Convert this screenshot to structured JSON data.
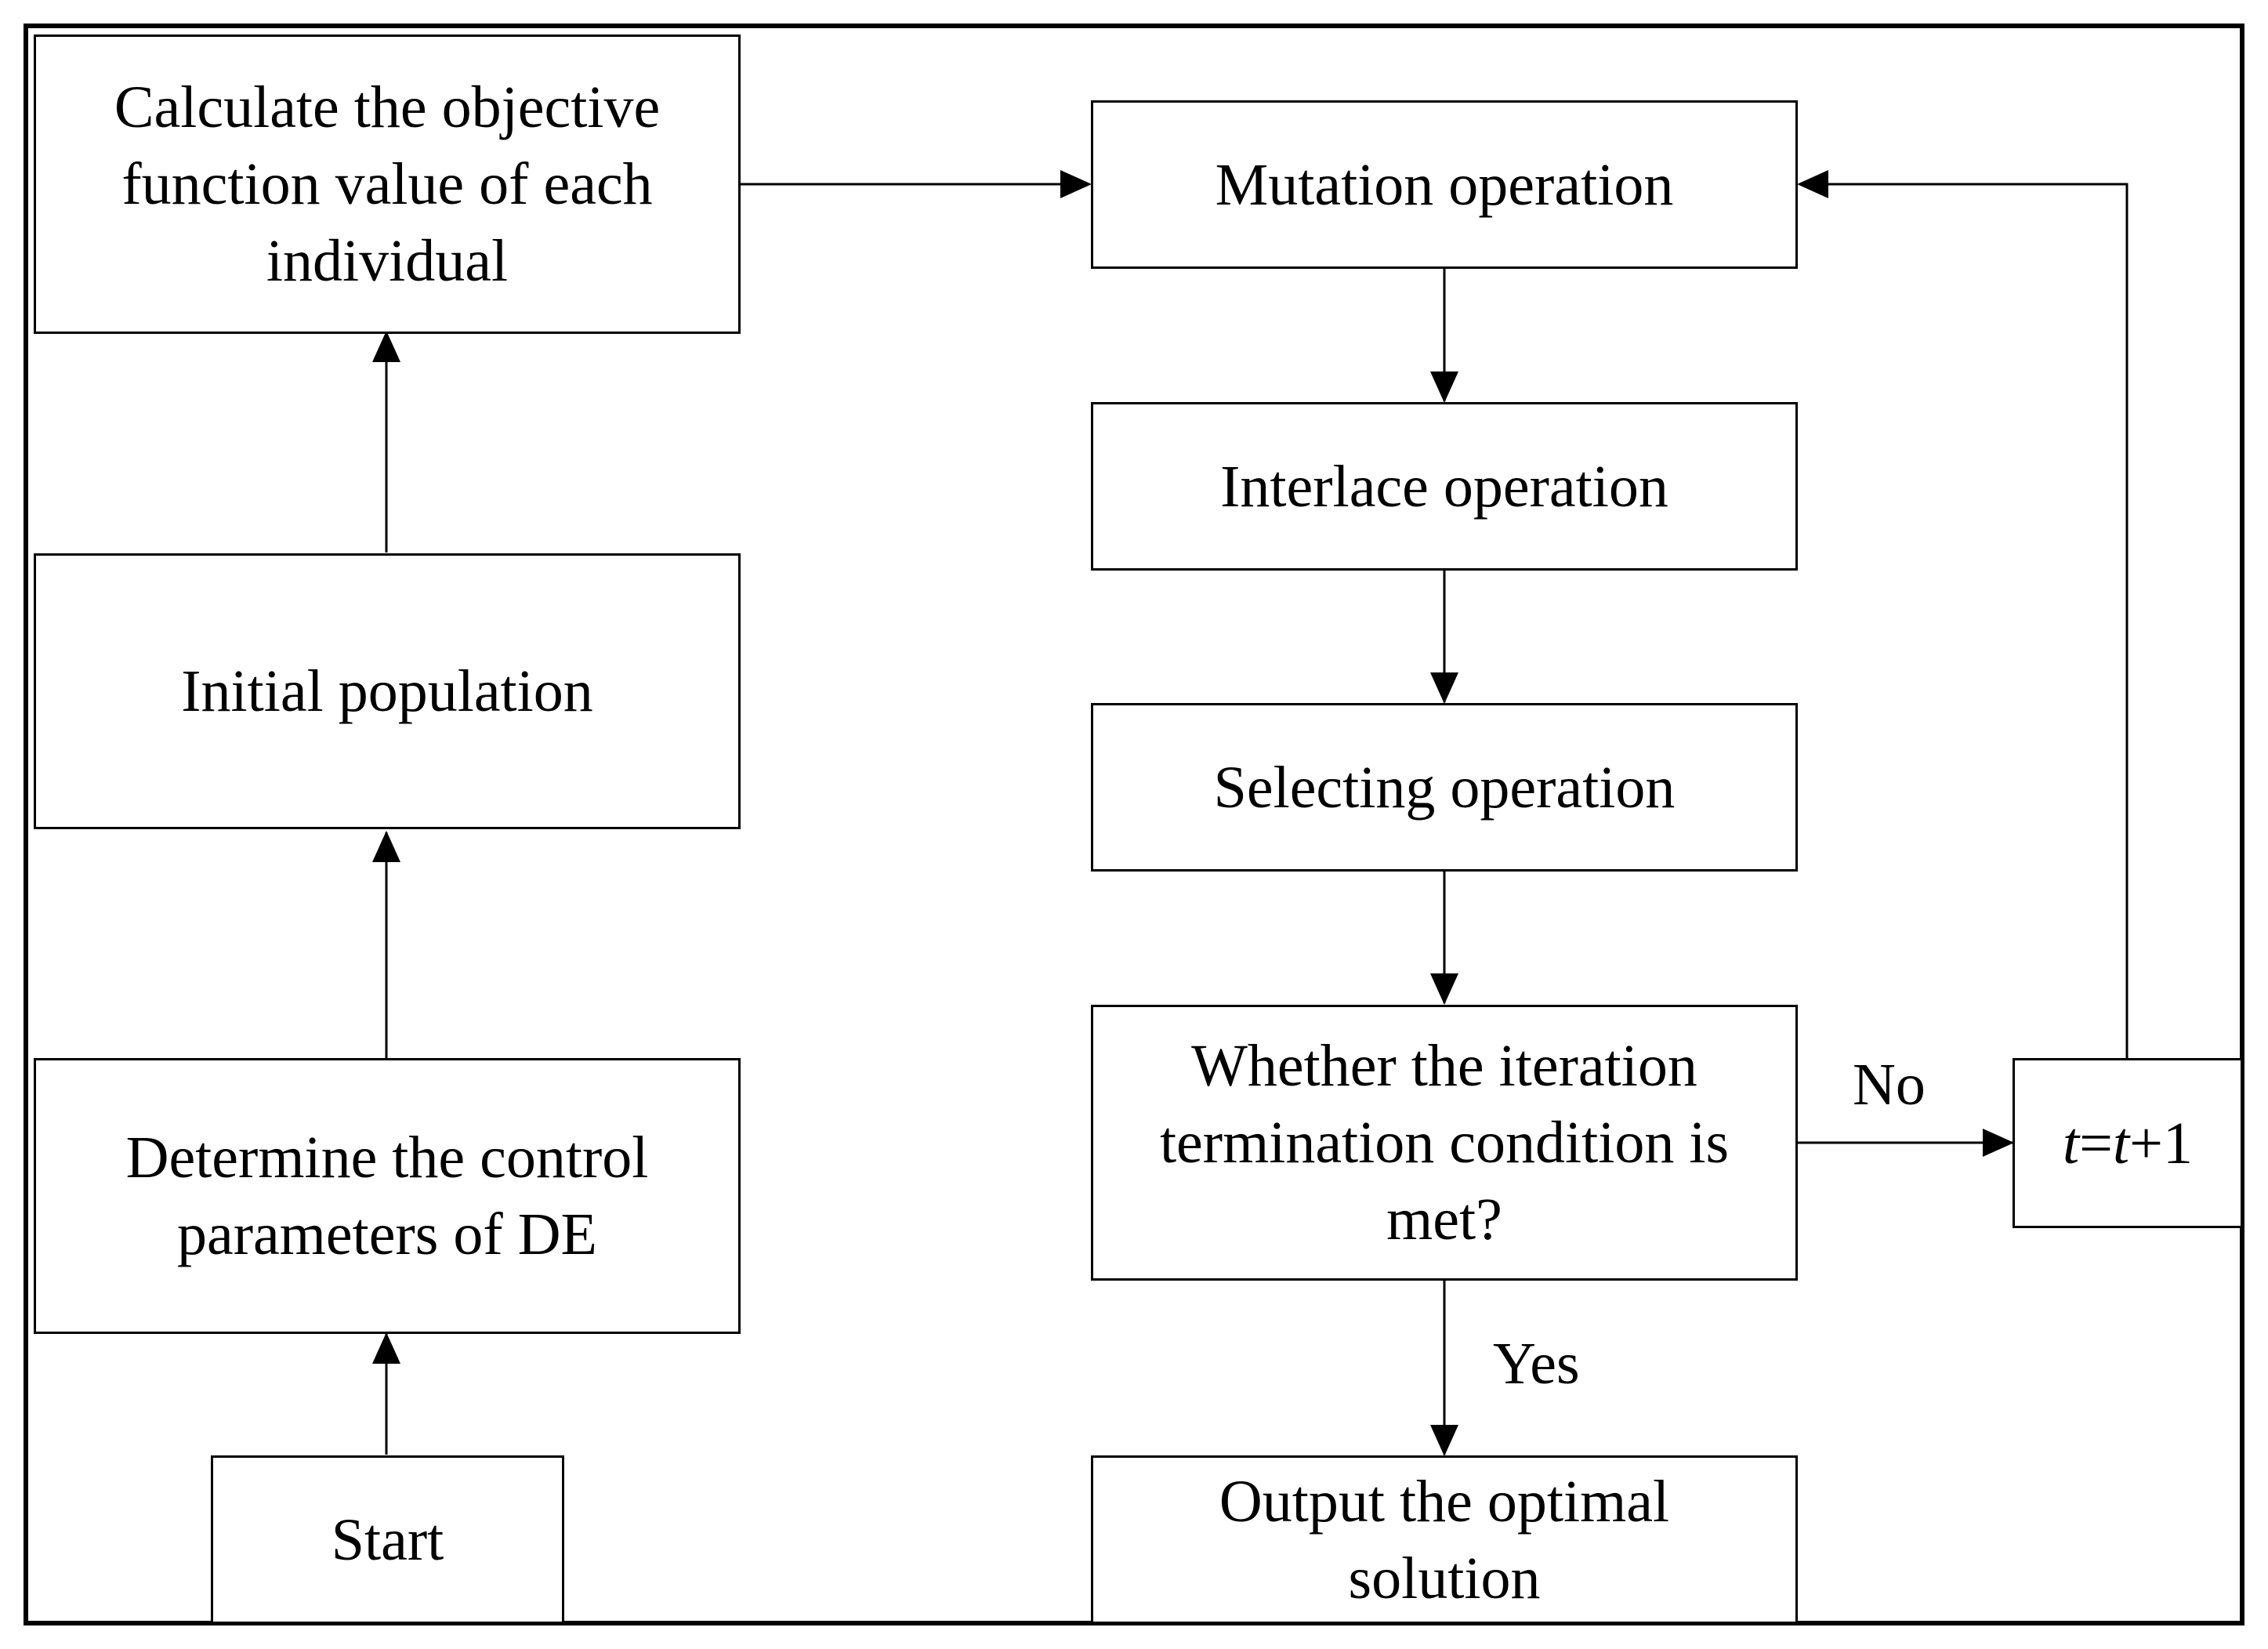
{
  "nodes": {
    "calculate": "Calculate the objective function value of each individual",
    "initial": "Initial population",
    "determine": "Determine the control parameters of DE",
    "start": "Start",
    "mutation": "Mutation operation",
    "interlace": "Interlace operation",
    "selecting": "Selecting operation",
    "whether": "Whether the iteration termination condition is met?",
    "output": "Output the optimal solution",
    "increment": {
      "var1": "t",
      "eq": "=",
      "var2": "t",
      "rest": "+1"
    }
  },
  "edges": {
    "no_label": "No",
    "yes_label": "Yes"
  }
}
